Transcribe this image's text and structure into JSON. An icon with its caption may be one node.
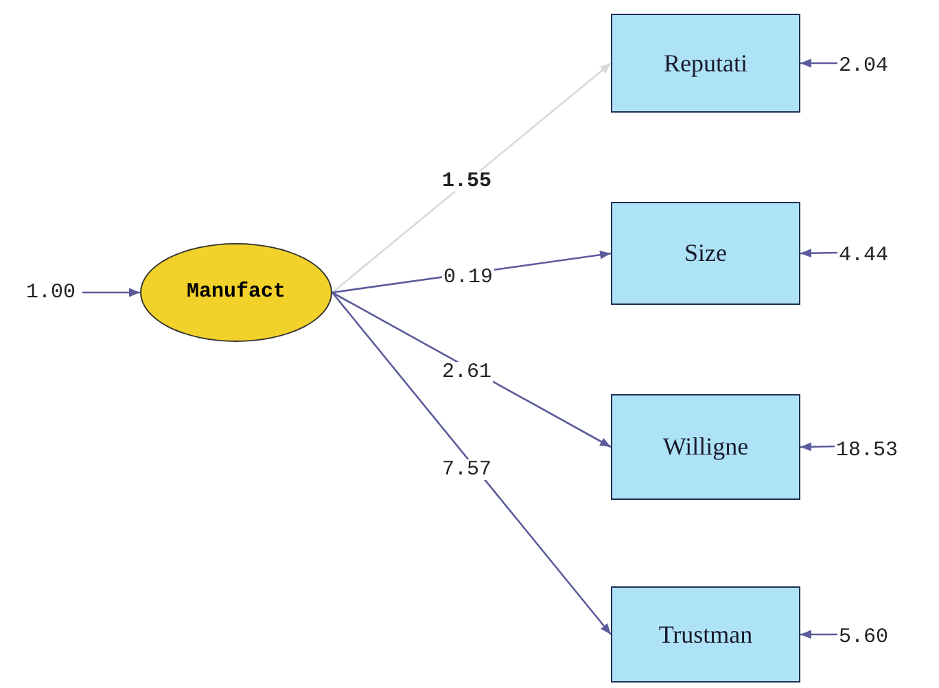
{
  "diagram": {
    "nodes": [
      {
        "text": [
          "Manufact"
        ]
      },
      {
        "text": [
          "Reputati"
        ]
      },
      {
        "text": [
          "Size"
        ]
      },
      {
        "text": [
          "Willigne"
        ]
      },
      {
        "text": [
          "Trustman"
        ]
      }
    ],
    "edges": [
      {
        "from": null,
        "to": 0,
        "arrow": "to",
        "label": "1.00"
      },
      {
        "from": 0,
        "to": 1,
        "arrow": "to",
        "label": "1.55",
        "color": "#d9d9d9"
      },
      {
        "from": 0,
        "to": 2,
        "arrow": "to",
        "label": "0.19"
      },
      {
        "from": 0,
        "to": 3,
        "arrow": "to",
        "label": "2.61"
      },
      {
        "from": 0,
        "to": 4,
        "arrow": "to",
        "label": "7.57"
      },
      {
        "from": null,
        "to": 1,
        "arrow": "to",
        "label": "2.04"
      },
      {
        "from": null,
        "to": 2,
        "arrow": "to",
        "label": "4.44"
      },
      {
        "from": null,
        "to": 3,
        "arrow": "to",
        "label": "18.53"
      },
      {
        "from": null,
        "to": 4,
        "arrow": "to",
        "label": "5.60"
      }
    ]
  }
}
